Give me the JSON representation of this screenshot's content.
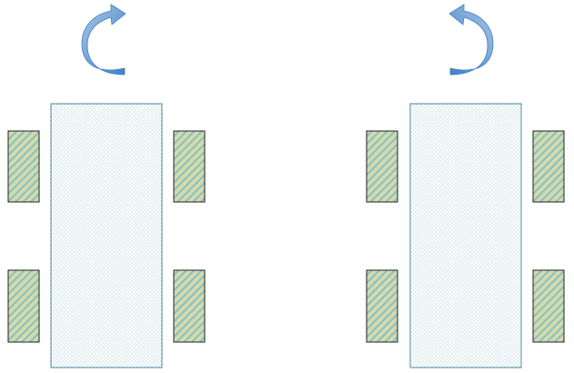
{
  "diagram": {
    "vehicles": [
      {
        "id": "left-vehicle",
        "rotation_arrow": "counterclockwise-arrow-icon",
        "wheels": 4
      },
      {
        "id": "right-vehicle",
        "rotation_arrow": "clockwise-arrow-icon",
        "wheels": 4
      }
    ]
  },
  "colors": {
    "body_outline": "#4a8a9a",
    "body_dots": "#6fb0b8",
    "wheel_fill": "#d8d9a8",
    "wheel_stripe": "#7fc3c8",
    "wheel_outline": "#222222",
    "arrow_light": "#a9c7e4",
    "arrow_dark": "#3f7fc8"
  }
}
